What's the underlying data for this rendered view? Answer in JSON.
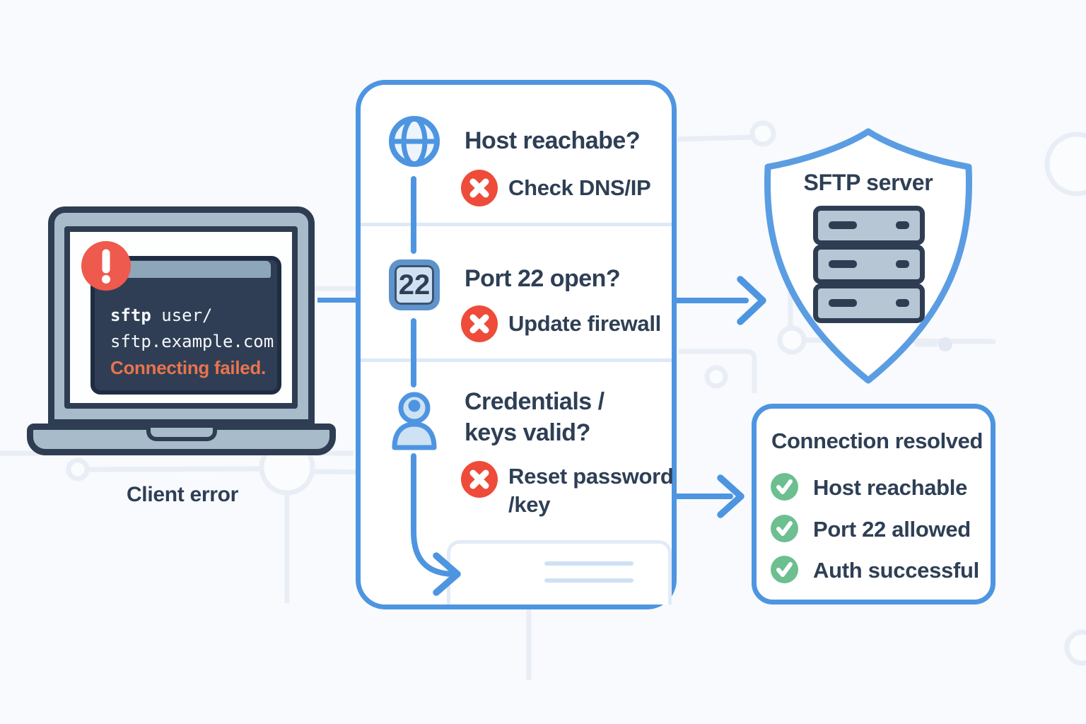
{
  "colors": {
    "bg": "#f8fafd",
    "accent": "#4e95e1",
    "accent_light": "#5b9de2",
    "navy": "#2e3f55",
    "outline": "#2e3d52",
    "danger": "#ee4b3a",
    "danger_soft": "#ee5a4d",
    "warning": "#e8744d",
    "success": "#6dbf90",
    "laptop_body": "#a8bbca",
    "terminal_bg": "#2f3e54",
    "titlebar": "#8ea6ba",
    "divider": "#dde9f6",
    "ghost": "#e2ebf6",
    "server_fill": "#b7c6d4",
    "trace": "#e9eef6",
    "trace2": "#e3e9f2"
  },
  "client": {
    "label": "Client error",
    "terminal": {
      "command_bold": "sftp",
      "command_rest": " user/",
      "host": "sftp.example.com",
      "status": "Connecting failed."
    }
  },
  "checklist": {
    "steps": [
      {
        "icon": "globe-icon",
        "title": "Host reachabe?",
        "action": "Check DNS/IP"
      },
      {
        "icon": "port-22-icon",
        "port": "22",
        "title": "Port 22 open?",
        "action": "Update firewall"
      },
      {
        "icon": "user-icon",
        "title_line1": "Credentials /",
        "title_line2": "keys valid?",
        "action_line1": "Reset password",
        "action_line2": "/key"
      }
    ]
  },
  "server": {
    "label": "SFTP server"
  },
  "resolved": {
    "title": "Connection resolved",
    "items": [
      "Host reachable",
      "Port 22 allowed",
      "Auth successful"
    ]
  }
}
